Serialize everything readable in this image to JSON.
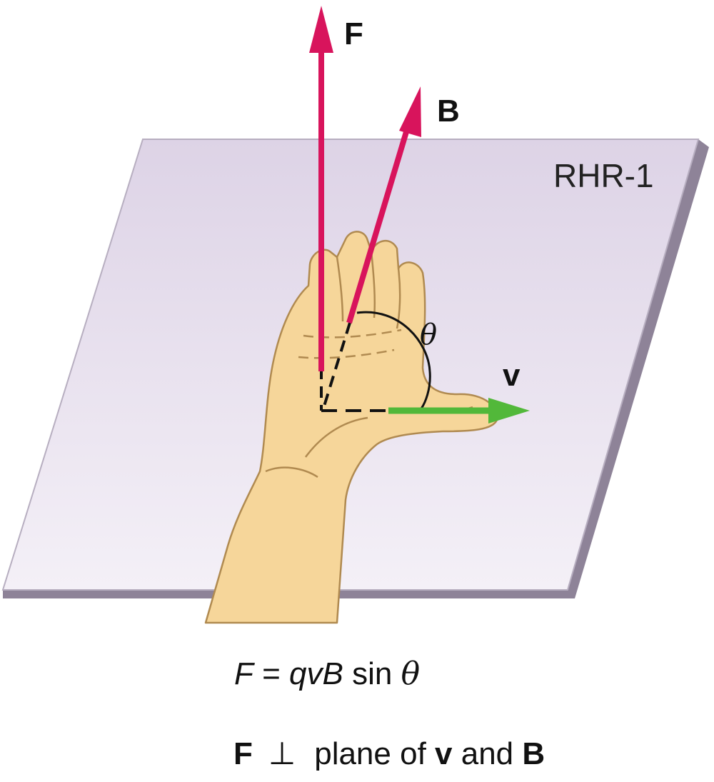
{
  "labels": {
    "force": "F",
    "field": "B",
    "velocity": "v",
    "angle": "θ",
    "plane": "RHR-1"
  },
  "formula": {
    "lhs": "F",
    "eq": " = ",
    "q": "qvB",
    "sin": " sin ",
    "theta": "θ"
  },
  "statement": {
    "force": "F",
    "perp": "⊥",
    "text_a": "plane of ",
    "v": "v",
    "and": " and ",
    "b": "B"
  },
  "colors": {
    "force_vector": "#d8145c",
    "field_vector": "#d8145c",
    "velocity_vector": "#52b83a",
    "plane_fill": "#e8e2f0",
    "plane_edge": "#8e8398",
    "hand": "#f6d69a",
    "hand_outline": "#b08a50"
  }
}
